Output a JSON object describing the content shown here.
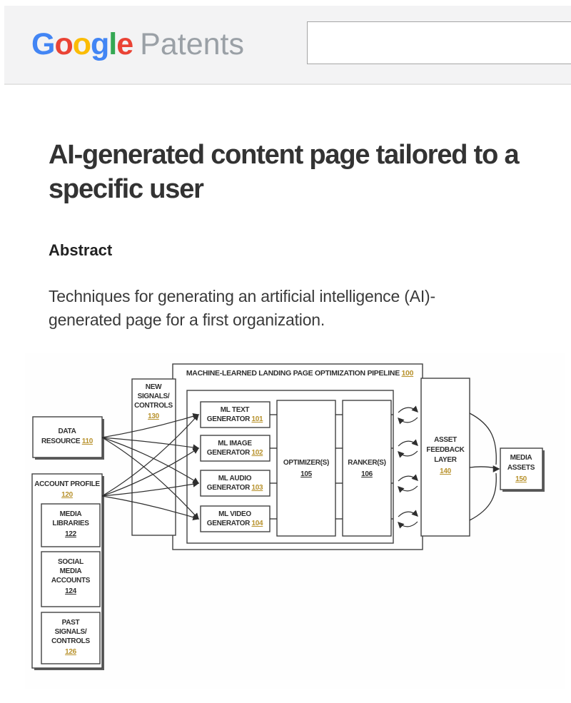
{
  "header": {
    "logo": {
      "letters": [
        {
          "ch": "G",
          "color": "#4285F4"
        },
        {
          "ch": "o",
          "color": "#EA4335"
        },
        {
          "ch": "o",
          "color": "#FBBC05"
        },
        {
          "ch": "g",
          "color": "#4285F4"
        },
        {
          "ch": "l",
          "color": "#34A853"
        },
        {
          "ch": "e",
          "color": "#EA4335"
        }
      ],
      "suffix": "Patents"
    },
    "search": {
      "value": "",
      "placeholder": ""
    }
  },
  "article": {
    "title": "AI-generated content page tailored to a specific user",
    "abstract_heading": "Abstract",
    "abstract_text": "Techniques for generating an artificial intelligence (AI)-generated page for a first organization."
  },
  "figure": {
    "colors": {
      "gold": "#b8922d",
      "ink": "#2f2f2f"
    },
    "nodes": {
      "pipeline": {
        "lines": [
          "MACHINE-LEARNED LANDING PAGE OPTIMIZATION PIPELINE"
        ],
        "ref": "100",
        "gold": true,
        "inline": true
      },
      "new-signals": {
        "lines": [
          "NEW",
          "SIGNALS/",
          "CONTROLS"
        ],
        "ref": "130",
        "gold": true,
        "inline": false
      },
      "data-resource": {
        "lines": [
          "DATA",
          "RESOURCE"
        ],
        "ref": "110",
        "gold": true,
        "inline": true
      },
      "account-profile": {
        "lines": [
          "ACCOUNT PROFILE"
        ],
        "ref": "120",
        "gold": true,
        "inline": false
      },
      "media-libraries": {
        "lines": [
          "MEDIA",
          "LIBRARIES"
        ],
        "ref": "122",
        "gold": false,
        "inline": false
      },
      "social-media-accounts": {
        "lines": [
          "SOCIAL",
          "MEDIA",
          "ACCOUNTS"
        ],
        "ref": "124",
        "gold": false,
        "inline": false
      },
      "past-signals-controls": {
        "lines": [
          "PAST",
          "SIGNALS/",
          "CONTROLS"
        ],
        "ref": "126",
        "gold": true,
        "inline": false
      },
      "ml-text-generator": {
        "lines": [
          "ML TEXT",
          "GENERATOR"
        ],
        "ref": "101",
        "gold": true,
        "inline": true
      },
      "ml-image-generator": {
        "lines": [
          "ML IMAGE",
          "GENERATOR"
        ],
        "ref": "102",
        "gold": true,
        "inline": true
      },
      "ml-audio-generator": {
        "lines": [
          "ML AUDIO",
          "GENERATOR"
        ],
        "ref": "103",
        "gold": true,
        "inline": true
      },
      "ml-video-generator": {
        "lines": [
          "ML VIDEO",
          "GENERATOR"
        ],
        "ref": "104",
        "gold": true,
        "inline": true
      },
      "optimizer": {
        "lines": [
          "OPTIMIZER(S)"
        ],
        "ref": "105",
        "gold": false,
        "inline": false
      },
      "ranker": {
        "lines": [
          "RANKER(S)"
        ],
        "ref": "106",
        "gold": false,
        "inline": false
      },
      "asset-feedback-layer": {
        "lines": [
          "ASSET",
          "FEEDBACK",
          "LAYER"
        ],
        "ref": "140",
        "gold": true,
        "inline": false
      },
      "media-assets": {
        "lines": [
          "MEDIA",
          "ASSETS"
        ],
        "ref": "150",
        "gold": true,
        "inline": false
      }
    }
  }
}
